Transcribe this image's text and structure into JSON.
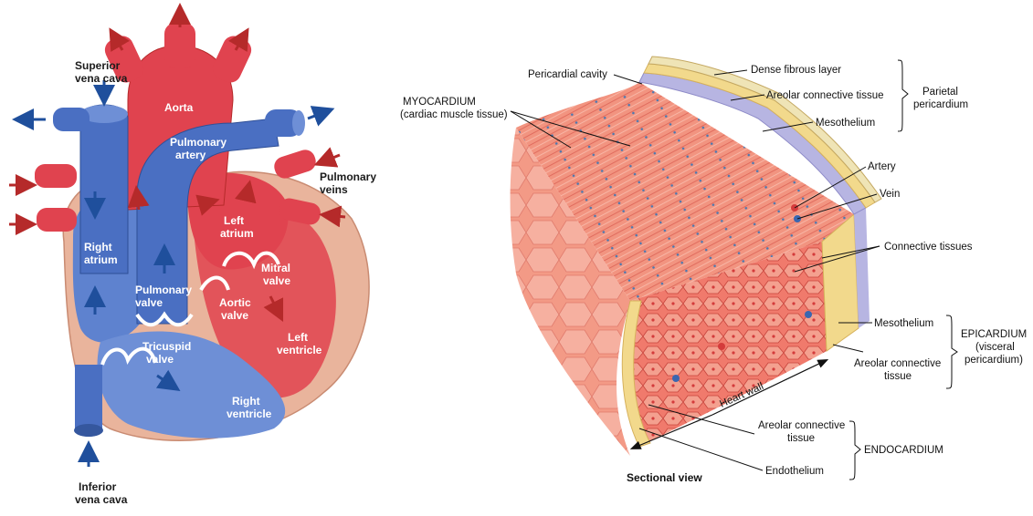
{
  "heart_labels": {
    "superior_vena_cava": [
      "Superior",
      "vena cava"
    ],
    "aorta": "Aorta",
    "pulmonary_artery": [
      "Pulmonary",
      "artery"
    ],
    "pulmonary_veins": [
      "Pulmonary",
      "veins"
    ],
    "left_atrium": [
      "Left",
      "atrium"
    ],
    "right_atrium": [
      "Right",
      "atrium"
    ],
    "pulmonary_valve": [
      "Pulmonary",
      "valve"
    ],
    "mitral_valve": [
      "Mitral",
      "valve"
    ],
    "aortic_valve": [
      "Aortic",
      "valve"
    ],
    "left_ventricle": [
      "Left",
      "ventricle"
    ],
    "tricuspid_valve": [
      "Tricuspid",
      "valve"
    ],
    "right_ventricle": [
      "Right",
      "ventricle"
    ],
    "inferior_vena_cava": [
      "Inferior",
      "vena cava"
    ]
  },
  "wall_labels": {
    "pericardial_cavity": "Pericardial cavity",
    "dense_fibrous_layer": "Dense fibrous layer",
    "areolar_connective_tissue_top": "Areolar connective tissue",
    "mesothelium_top": "Mesothelium",
    "parietal_pericardium": [
      "Parietal",
      "pericardium"
    ],
    "myocardium": [
      "MYOCARDIUM",
      "(cardiac muscle tissue)"
    ],
    "artery": "Artery",
    "vein": "Vein",
    "connective_tissues": "Connective tissues",
    "mesothelium_mid": "Mesothelium",
    "areolar_connective_tissue_mid": [
      "Areolar connective",
      "tissue"
    ],
    "epicardium": [
      "EPICARDIUM",
      "(visceral",
      "pericardium)"
    ],
    "heart_wall": "Heart wall",
    "areolar_connective_tissue_bottom": [
      "Areolar connective",
      "tissue"
    ],
    "endocardium": "ENDOCARDIUM",
    "endothelium": "Endothelium",
    "sectional_view": "Sectional view"
  },
  "colors": {
    "oxygenated": "#e0434f",
    "deoxygenated": "#4a6fc2",
    "arrow_red": "#b52a2a",
    "arrow_blue": "#1f4f9c",
    "pericardium": "#e9b49c",
    "muscle": "#f0907e",
    "fat": "#f2d98c",
    "mesothelium": "#b7b5e2"
  }
}
